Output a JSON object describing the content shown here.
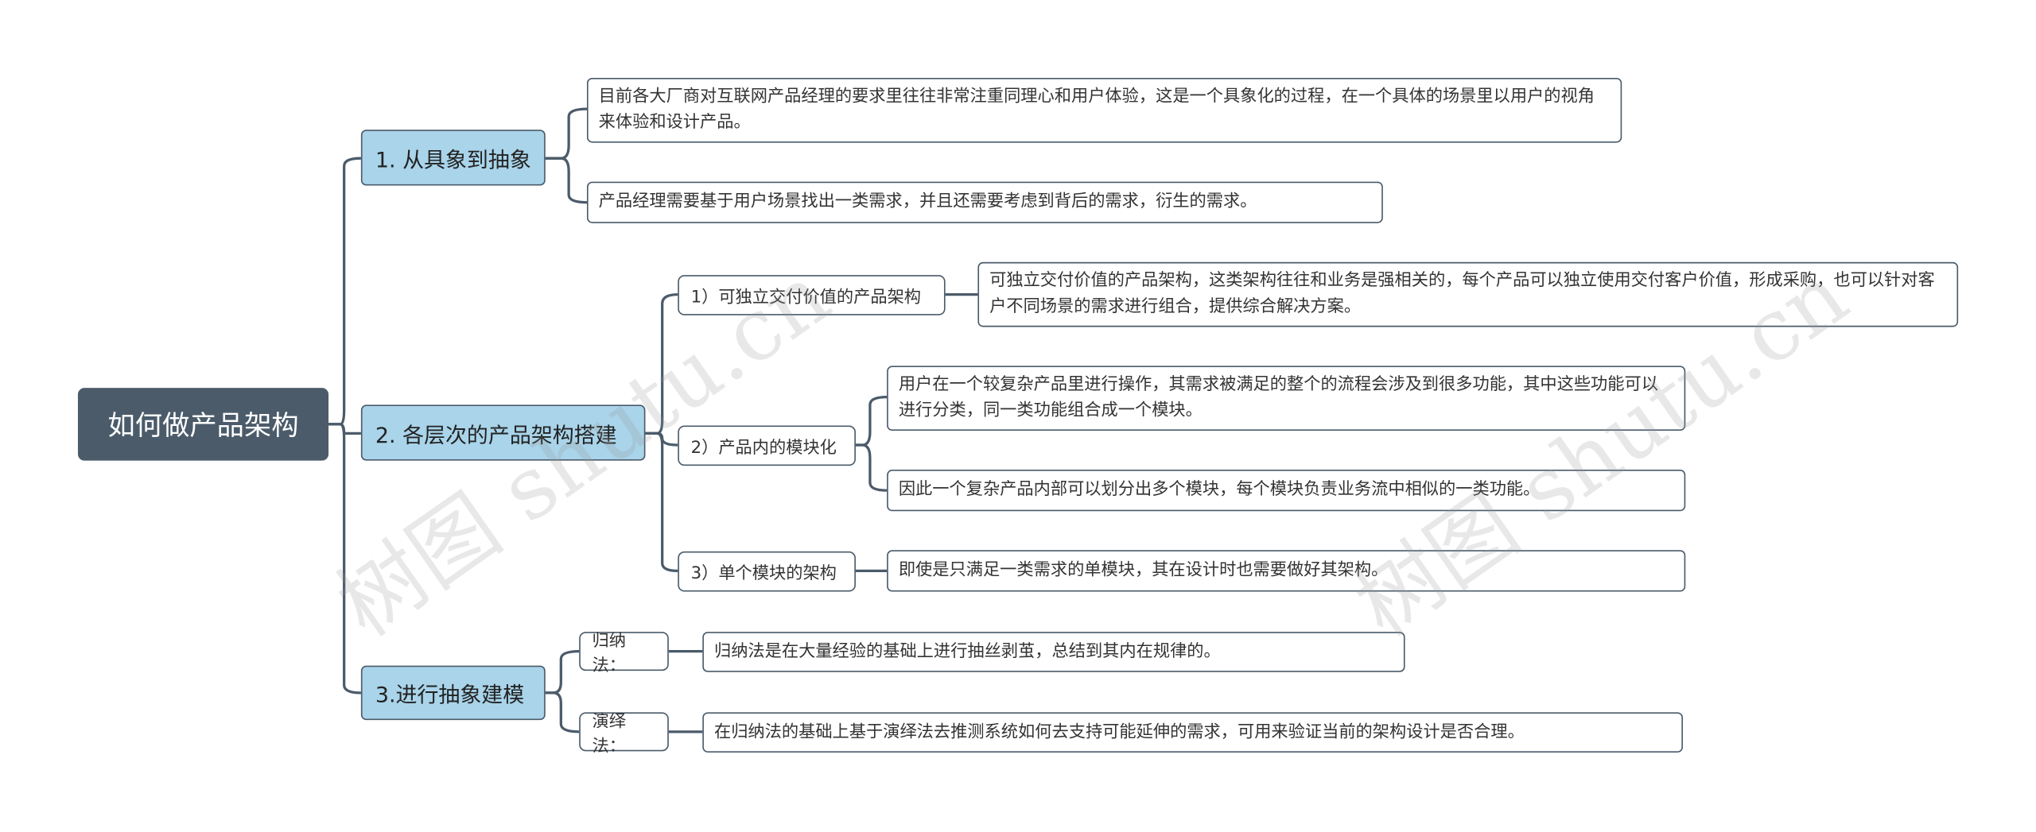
{
  "root": {
    "label": "如何做产品架构"
  },
  "branches": [
    {
      "label": "1. 从具象到抽象",
      "items": [
        {
          "text": "目前各大厂商对互联网产品经理的要求里往往非常注重同理心和用户体验，这是一个具象化的过程，在一个具体的场景里以用户的视角来体验和设计产品。"
        },
        {
          "text": "产品经理需要基于用户场景找出一类需求，并且还需要考虑到背后的需求，衍生的需求。"
        }
      ]
    },
    {
      "label": "2. 各层次的产品架构搭建",
      "children": [
        {
          "label": "1）可独立交付价值的产品架构",
          "items": [
            {
              "text": "可独立交付价值的产品架构，这类架构往往和业务是强相关的，每个产品可以独立使用交付客户价值，形成采购，也可以针对客户不同场景的需求进行组合，提供综合解决方案。"
            }
          ]
        },
        {
          "label": "2）产品内的模块化",
          "items": [
            {
              "text": "用户在一个较复杂产品里进行操作，其需求被满足的整个的流程会涉及到很多功能，其中这些功能可以进行分类，同一类功能组合成一个模块。"
            },
            {
              "text": "因此一个复杂产品内部可以划分出多个模块，每个模块负责业务流中相似的一类功能。"
            }
          ]
        },
        {
          "label": "3）单个模块的架构",
          "items": [
            {
              "text": "即使是只满足一类需求的单模块，其在设计时也需要做好其架构。"
            }
          ]
        }
      ]
    },
    {
      "label": "3.进行抽象建模",
      "children": [
        {
          "label": "归纳法：",
          "items": [
            {
              "text": "归纳法是在大量经验的基础上进行抽丝剥茧，总结到其内在规律的。"
            }
          ]
        },
        {
          "label": "演绎法：",
          "items": [
            {
              "text": "在归纳法的基础上基于演绎法去推测系统如何去支持可能延伸的需求，可用来验证当前的架构设计是否合理。"
            }
          ]
        }
      ]
    }
  ],
  "watermark": "树图 shutu.cn"
}
